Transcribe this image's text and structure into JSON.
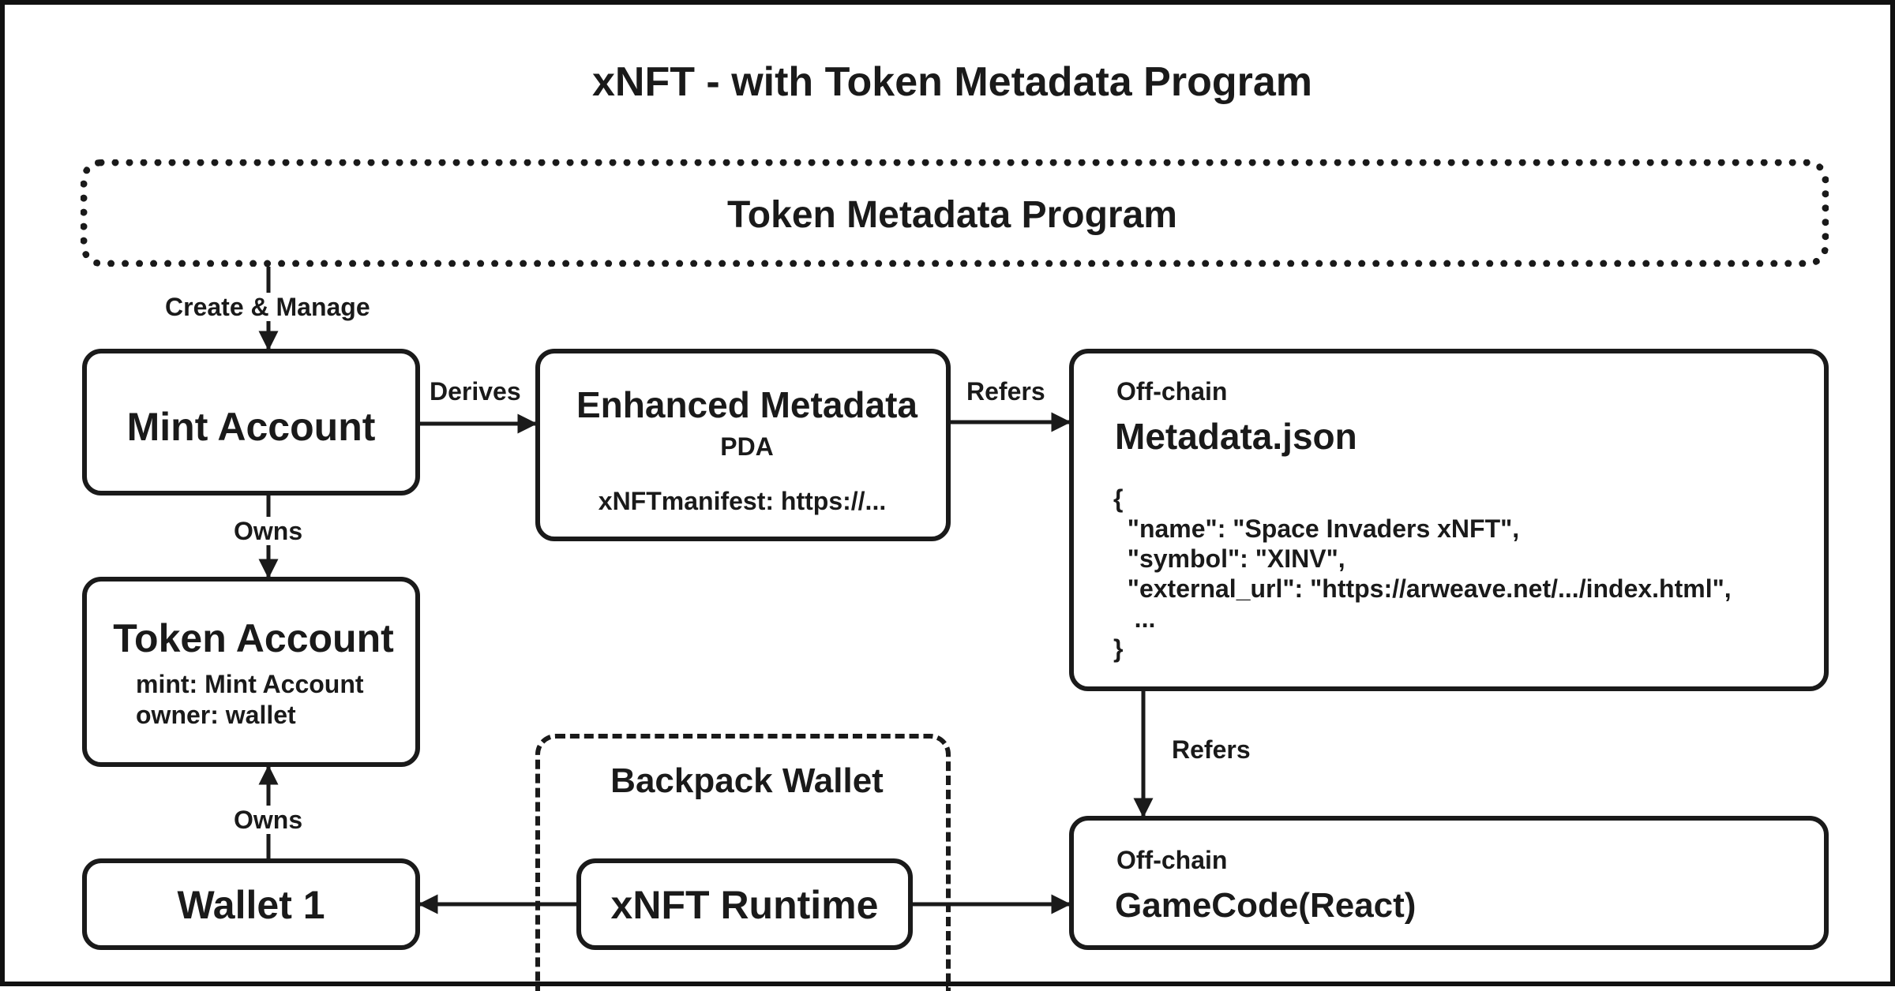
{
  "title": "xNFT - with Token Metadata Program",
  "nodes": {
    "token_metadata_program": "Token Metadata Program",
    "mint_account": "Mint Account",
    "enhanced_metadata": {
      "title": "Enhanced Metadata",
      "subtitle": "PDA",
      "field": "xNFTmanifest: https://..."
    },
    "metadata_json": {
      "tag": "Off-chain",
      "title": "Metadata.json",
      "lines": [
        "{",
        "  \"name\": \"Space Invaders xNFT\",",
        "  \"symbol\": \"XINV\",",
        "  \"external_url\": \"https://arweave.net/.../index.html\",",
        "   ...",
        "}"
      ]
    },
    "token_account": {
      "title": "Token Account",
      "mint": "mint: Mint Account",
      "owner": "owner: wallet"
    },
    "wallet_1": "Wallet 1",
    "backpack_wallet": "Backpack Wallet",
    "xnft_runtime": "xNFT Runtime",
    "gamecode": {
      "tag": "Off-chain",
      "title": "GameCode(React)"
    }
  },
  "edges": {
    "create_manage": "Create & Manage",
    "derives": "Derives",
    "refers_top": "Refers",
    "owns_mint": "Owns",
    "owns_wallet": "Owns",
    "refers_right": "Refers"
  }
}
